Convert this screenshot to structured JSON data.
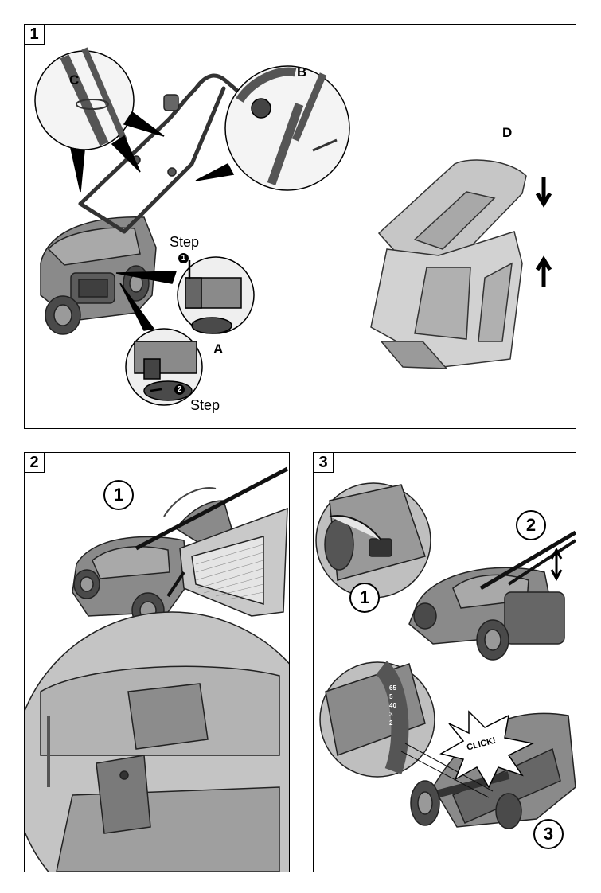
{
  "panels": [
    {
      "number": "1"
    },
    {
      "number": "2"
    },
    {
      "number": "3"
    }
  ],
  "panel1": {
    "label_a": "A",
    "label_b": "B",
    "label_c": "C",
    "label_d": "D",
    "step_top": "Step",
    "step_bottom": "Step",
    "step_top_badge": "1",
    "step_bottom_badge": "2"
  },
  "panel2": {
    "callout_1": "1"
  },
  "panel3": {
    "callout_1": "1",
    "callout_2": "2",
    "callout_3": "3",
    "click_text": "CLICK!",
    "height_scale": [
      "65",
      "5",
      "40",
      "3",
      "2"
    ]
  }
}
